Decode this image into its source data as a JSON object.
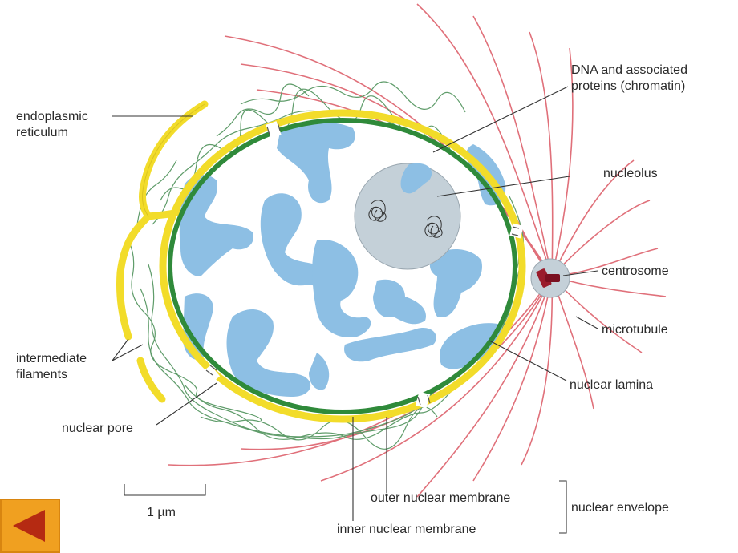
{
  "labels": {
    "endoplasmic_reticulum": "endoplasmic reticulum",
    "dna_chromatin": "DNA and associated proteins (chromatin)",
    "nucleolus": "nucleolus",
    "centrosome": "centrosome",
    "microtubule": "microtubule",
    "nuclear_lamina": "nuclear lamina",
    "intermediate_filaments": "intermediate filaments",
    "nuclear_pore": "nuclear pore",
    "outer_nuclear_membrane": "outer nuclear membrane",
    "inner_nuclear_membrane": "inner nuclear membrane",
    "nuclear_envelope": "nuclear envelope",
    "scale_bar": "1 µm"
  },
  "controls": {
    "back_icon": "left-triangle-icon"
  },
  "colors": {
    "outer_membrane": "#f2dc2a",
    "inner_membrane": "#2f8a3a",
    "chromatin": "#8dbfe4",
    "nucleolus": "#c4d0d8",
    "microtubule": "#e0707a",
    "intermediate_filament": "#5f9c6a",
    "centrosome": "#9a1c2c",
    "back_button": "#f0a020"
  }
}
